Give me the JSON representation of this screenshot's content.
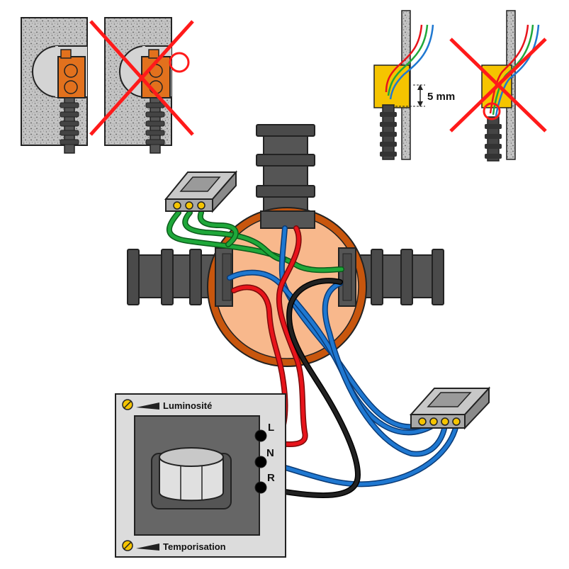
{
  "detector": {
    "luminosity_label": "Luminosité",
    "timer_label": "Temporisation",
    "terminal_L": "L",
    "terminal_N": "N",
    "terminal_R": "R"
  },
  "inset": {
    "gap_label": "5 mm"
  },
  "colors": {
    "live_wire": "#e8141b",
    "neutral_wire": "#1f78d1",
    "earth_wire": "#1fa83a",
    "return_wire": "#111111",
    "box_fill": "#f8b88c",
    "box_rim": "#c8560d",
    "conduit": "#555555",
    "warning_cross": "#ff1a1a",
    "connector_orange": "#e2711d",
    "connector_yellow": "#f5c400",
    "wall_gray": "#b0b0b0"
  }
}
